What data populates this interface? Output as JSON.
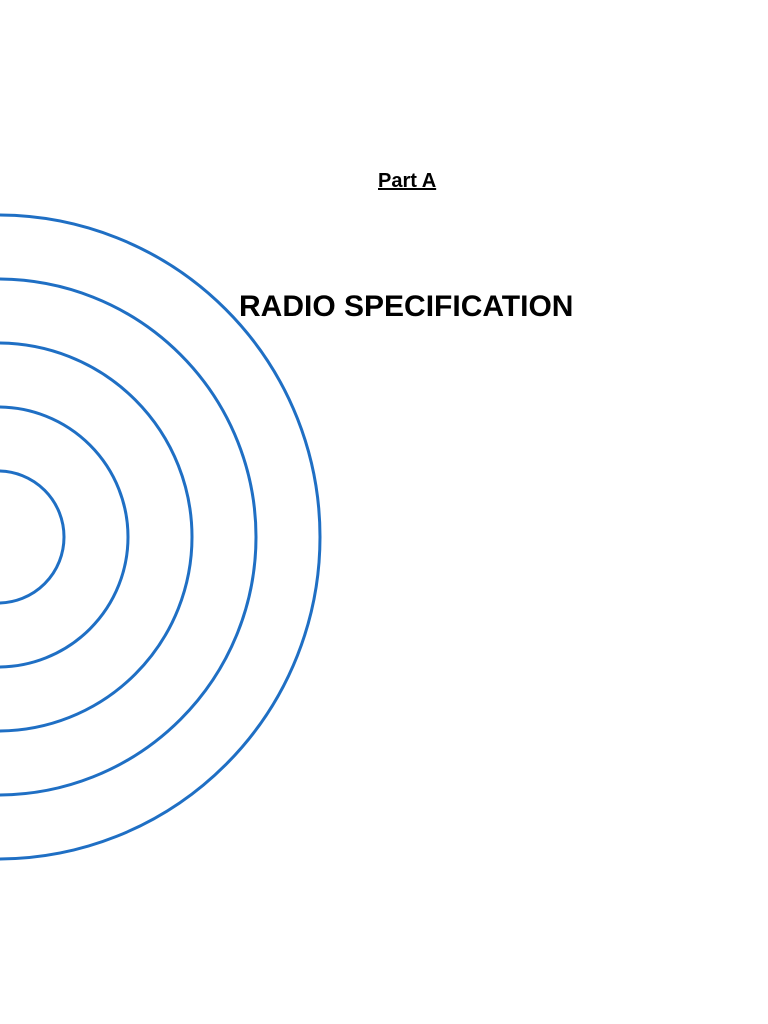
{
  "document": {
    "part_label": "Part A",
    "title": "RADIO SPECIFICATION"
  },
  "decoration": {
    "icon": "concentric-rings-graphic",
    "ring_color": "#1f6fc4",
    "ring_count": 5
  }
}
